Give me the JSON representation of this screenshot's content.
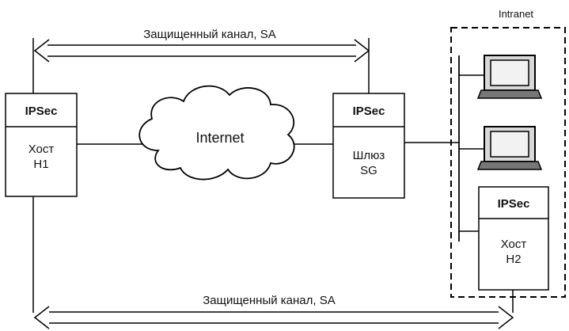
{
  "channel_top": {
    "label": "Защищенный канал, SA"
  },
  "channel_bottom": {
    "label": "Защищенный канал, SA"
  },
  "host_h1": {
    "protocol": "IPSec",
    "line1": "Хост",
    "line2": "H1"
  },
  "gateway_sg": {
    "protocol": "IPSec",
    "line1": "Шлюз",
    "line2": "SG"
  },
  "host_h2": {
    "protocol": "IPSec",
    "line1": "Хост",
    "line2": "H2"
  },
  "internet": {
    "label": "Internet"
  },
  "intranet": {
    "label": "Intranet"
  },
  "workstations": [
    {
      "icon": "computer-icon"
    },
    {
      "icon": "computer-icon"
    }
  ]
}
